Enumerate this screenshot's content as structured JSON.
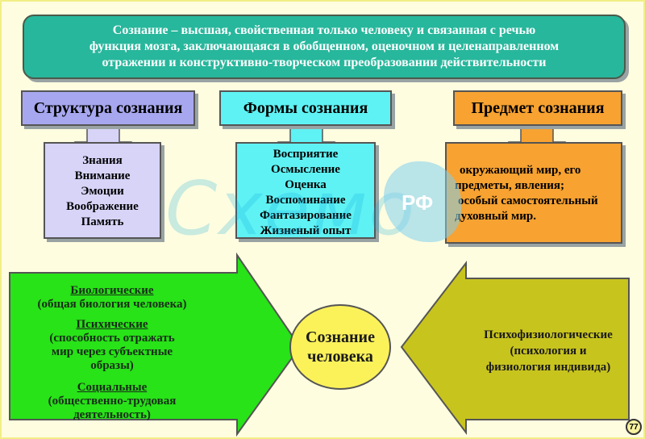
{
  "definition": {
    "line1": "Сознание – высшая, свойственная только человеку и связанная с речью",
    "line2": "функция мозга, заключающаяся в обобщенном, оценочном и целенаправленном",
    "line3": "отражении и конструктивно-творческом преобразовании действительности"
  },
  "structure": {
    "title": "Структура сознания",
    "items": [
      "Знания",
      "Внимание",
      "Эмоции",
      "Воображение",
      "Память"
    ]
  },
  "forms": {
    "title": "Формы сознания",
    "items": [
      "Восприятие",
      "Осмысление",
      "Оценка",
      "Воспоминание",
      "Фантазирование",
      "Жизненый опыт"
    ]
  },
  "subject": {
    "title": "Предмет сознания",
    "lines": [
      "окружающий мир, его",
      "предметы, явления;",
      "особый самостоятельный",
      "духовный мир."
    ]
  },
  "factors_left": {
    "biological": {
      "title": "Биологические",
      "desc": "(общая биология человека)"
    },
    "psychic": {
      "title": "Психические",
      "desc": [
        "(способность отражать",
        "мир через субъектные",
        "образы)"
      ]
    },
    "social": {
      "title": "Социальные",
      "desc": [
        "(общественно-трудовая",
        "деятельность)"
      ]
    }
  },
  "center": {
    "line1": "Сознание",
    "line2": "человека"
  },
  "factors_right": {
    "lines": [
      "Психофизиологические",
      "(психология и",
      "физиология индивида)"
    ]
  },
  "watermark": {
    "text": "Схемо",
    "badge": "РФ"
  },
  "page_number": "77",
  "colors": {
    "definition": "#27b79c",
    "structure_title": "#a7a7f0",
    "structure_list": "#d7d4f8",
    "forms": "#5ff2f4",
    "subject": "#f7a231",
    "left_arrow": "#27e317",
    "right_arrow": "#c8c41e",
    "center": "#fbf25a"
  }
}
